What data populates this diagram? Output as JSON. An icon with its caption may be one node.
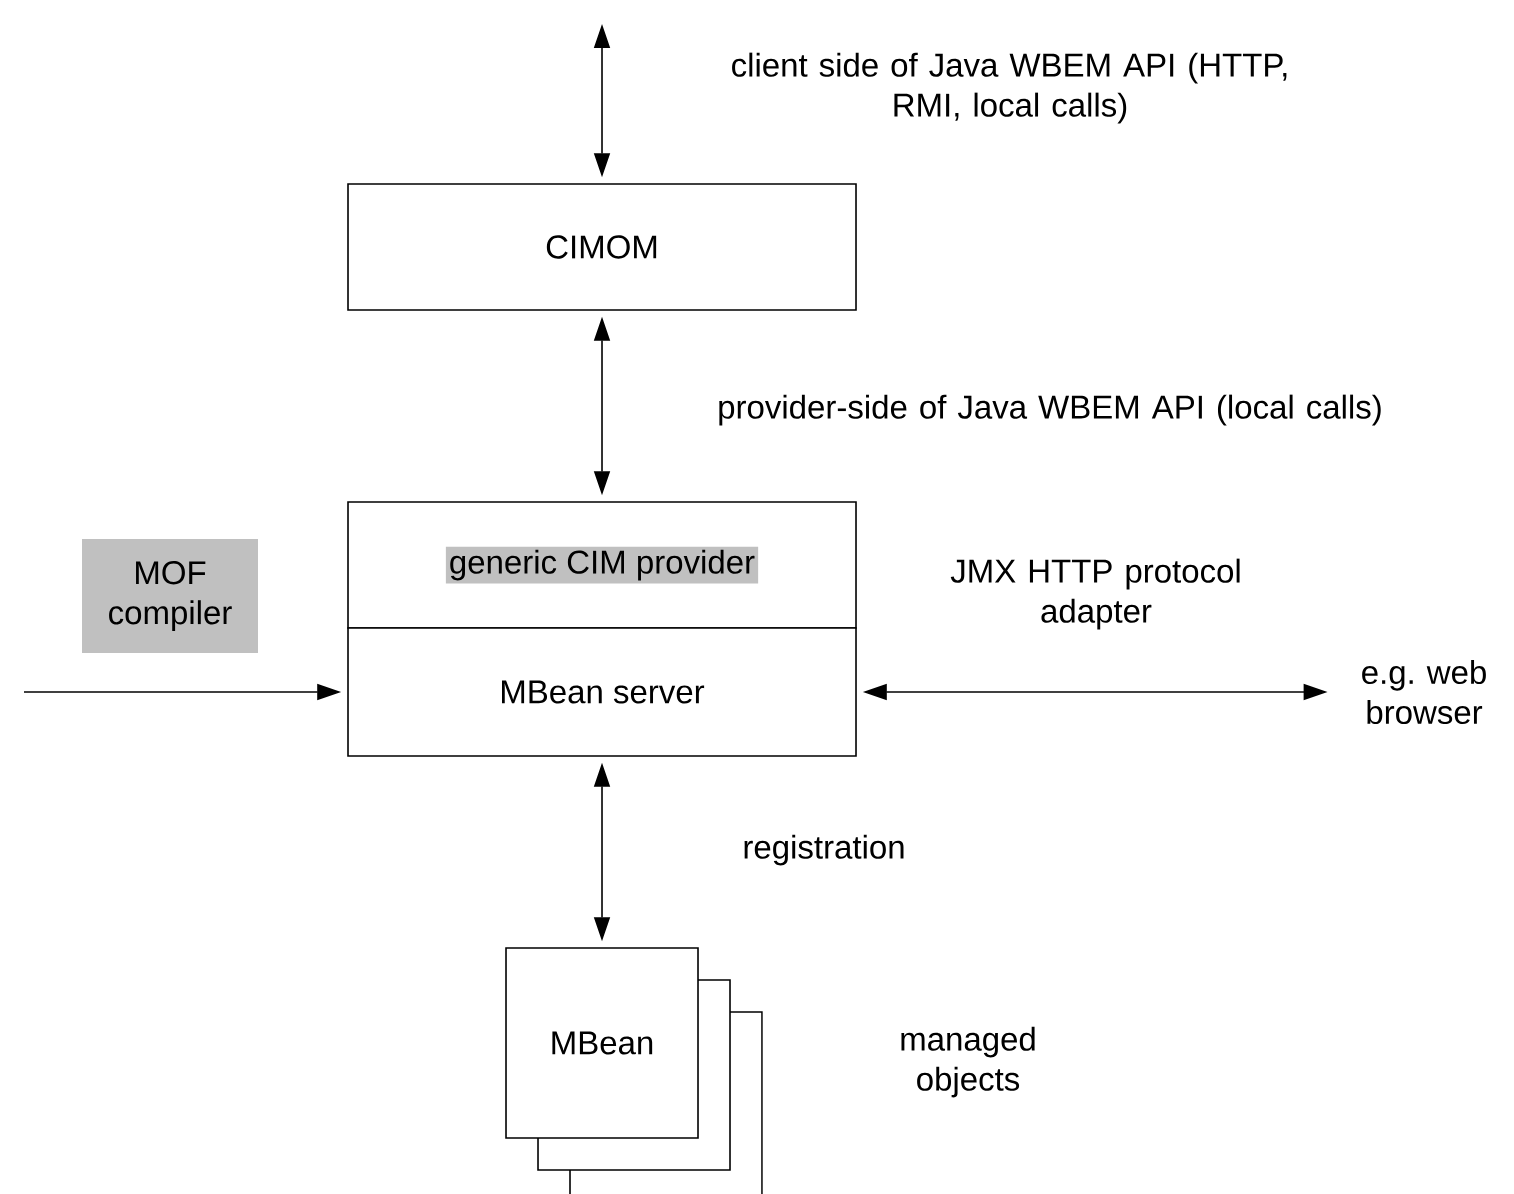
{
  "diagram": {
    "nodes": [
      {
        "text": [
          "CIMOM"
        ]
      },
      {
        "text": [
          "generic CIM provider"
        ]
      },
      {
        "text": [
          "MBean server"
        ]
      },
      {
        "text": [
          "MOF compiler"
        ]
      },
      {
        "text": [
          "e.g. web browser"
        ]
      },
      {
        "text": [
          "MBean"
        ]
      }
    ],
    "labels": [
      "managed objects"
    ],
    "edges": [
      {
        "from": null,
        "to": 0,
        "arrow": "both",
        "label": "client side of Java WBEM API (HTTP, RMI, local calls)"
      },
      {
        "from": 0,
        "to": 1,
        "arrow": "both",
        "label": "provider-side of Java WBEM API (local calls)"
      },
      {
        "from": null,
        "to": 2,
        "arrow": "to"
      },
      {
        "from": 2,
        "to": 4,
        "arrow": "both",
        "label": "JMX HTTP protocol adapter"
      },
      {
        "from": 2,
        "to": 5,
        "arrow": "both",
        "label": "registration"
      }
    ]
  }
}
